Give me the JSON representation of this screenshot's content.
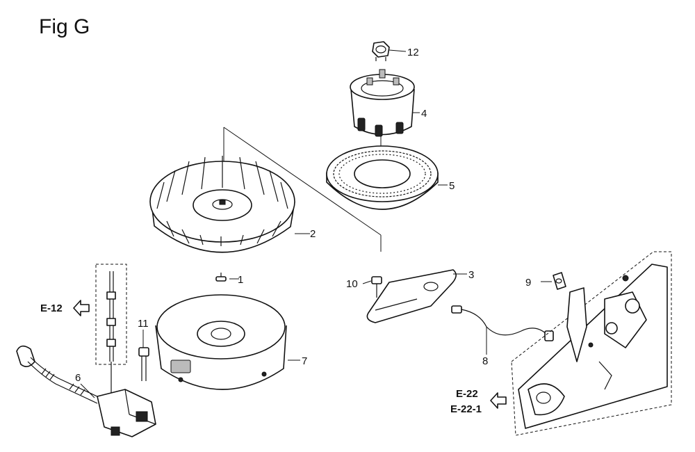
{
  "figure": {
    "title": "Fig G"
  },
  "callouts": [
    "1",
    "2",
    "3",
    "4",
    "5",
    "6",
    "7",
    "8",
    "9",
    "10",
    "11",
    "12"
  ],
  "references": {
    "e12": "E-12",
    "e22": "E-22",
    "e22_1": "E-22-1"
  },
  "colors": {
    "line": "#111111",
    "background": "#ffffff"
  }
}
